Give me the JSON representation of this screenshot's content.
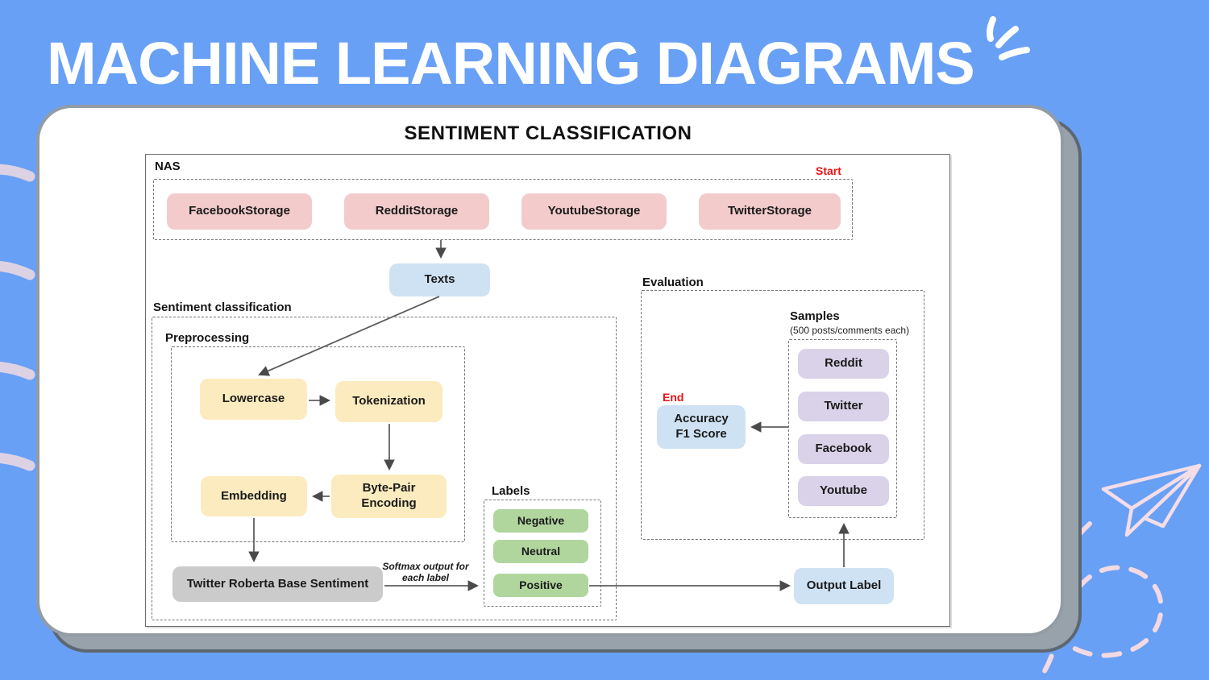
{
  "title": "MACHINE LEARNING DIAGRAMS",
  "diagram_title": "SENTIMENT CLASSIFICATION",
  "nas": {
    "label": "NAS",
    "start_label": "Start",
    "storages": [
      "FacebookStorage",
      "RedditStorage",
      "YoutubeStorage",
      "TwitterStorage"
    ]
  },
  "texts_node": "Texts",
  "sentiment_classification": {
    "label": "Sentiment classification",
    "preprocessing": {
      "label": "Preprocessing",
      "lowercase": "Lowercase",
      "tokenization": "Tokenization",
      "byte_pair_encoding": "Byte-Pair Encoding",
      "embedding": "Embedding"
    },
    "model": "Twitter Roberta Base Sentiment"
  },
  "softmax_note": "Softmax output for each label",
  "labels_group": {
    "label": "Labels",
    "items": [
      "Negative",
      "Neutral",
      "Positive"
    ]
  },
  "evaluation": {
    "label": "Evaluation",
    "end_label": "End",
    "metric_line1": "Accuracy",
    "metric_line2": "F1 Score",
    "samples": {
      "label": "Samples",
      "sublabel": "(500 posts/comments each)",
      "platforms": [
        "Reddit",
        "Twitter",
        "Facebook",
        "Youtube"
      ]
    }
  },
  "output_node": "Output Label",
  "colors": {
    "background": "#68a0f6",
    "storage_fill": "#f3cbcb",
    "io_fill": "#cfe2f3",
    "process_fill": "#fcebbe",
    "label_fill": "#b0d69e",
    "sample_fill": "#d9d2e9",
    "model_fill": "#cbcbcb",
    "accent_red": "#ec1313",
    "card_shadow": "#98a2aa"
  }
}
